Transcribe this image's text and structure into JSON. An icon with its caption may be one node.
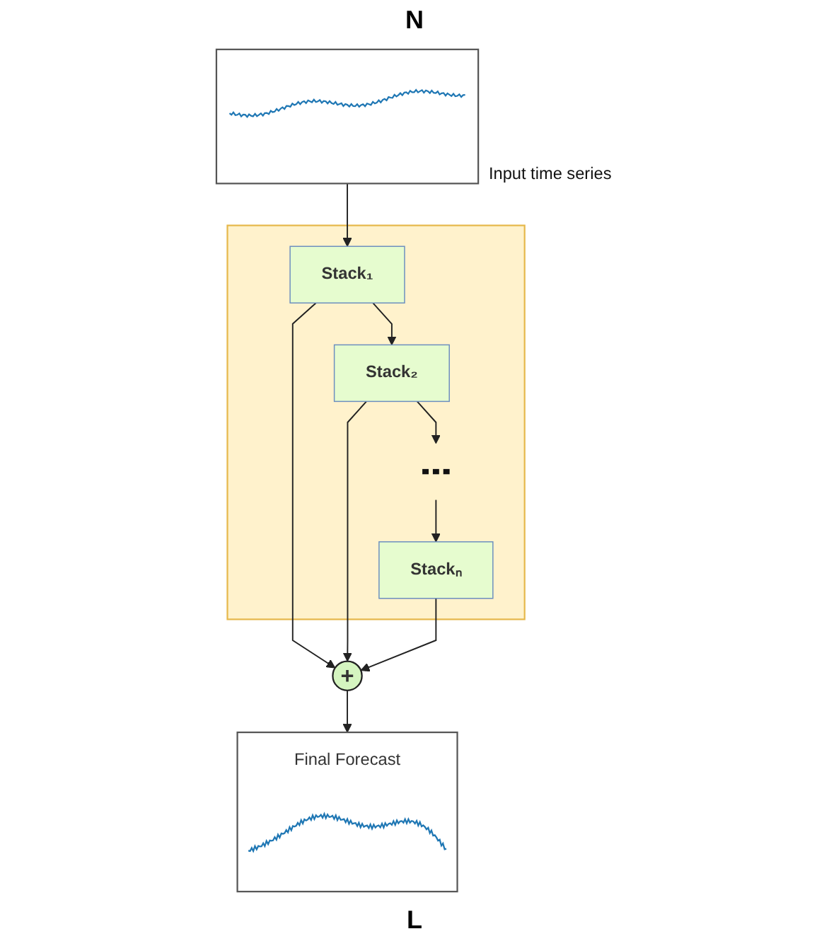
{
  "diagram": {
    "nodes": [
      {
        "text": [],
        "shape": "picture",
        "beside": [
          "Input time series"
        ]
      },
      {
        "text": [],
        "shape": "box"
      },
      {
        "text": [
          "Stack₁"
        ],
        "in": 1
      },
      {
        "text": [
          "Stack₂"
        ],
        "in": 1
      },
      {
        "text": [],
        "shape": "dots",
        "in": 1
      },
      {
        "text": [
          "Stackₙ"
        ],
        "in": 1
      },
      {
        "text": [
          "+"
        ]
      },
      {
        "text": [
          "Final Forecast"
        ]
      }
    ],
    "edges": [
      {
        "from": 0,
        "to": 2,
        "arrow": "to"
      },
      {
        "from": 2,
        "to": 3,
        "arrow": "to"
      },
      {
        "from": 3,
        "to": 4,
        "arrow": "to"
      },
      {
        "from": 4,
        "to": 5,
        "arrow": "to"
      },
      {
        "from": 2,
        "to": 6,
        "arrow": "to"
      },
      {
        "from": 3,
        "to": 6,
        "arrow": "to"
      },
      {
        "from": 5,
        "to": 6,
        "arrow": "to"
      },
      {
        "from": 6,
        "to": 7,
        "arrow": "to"
      }
    ],
    "labels": [
      "N",
      "L"
    ]
  }
}
